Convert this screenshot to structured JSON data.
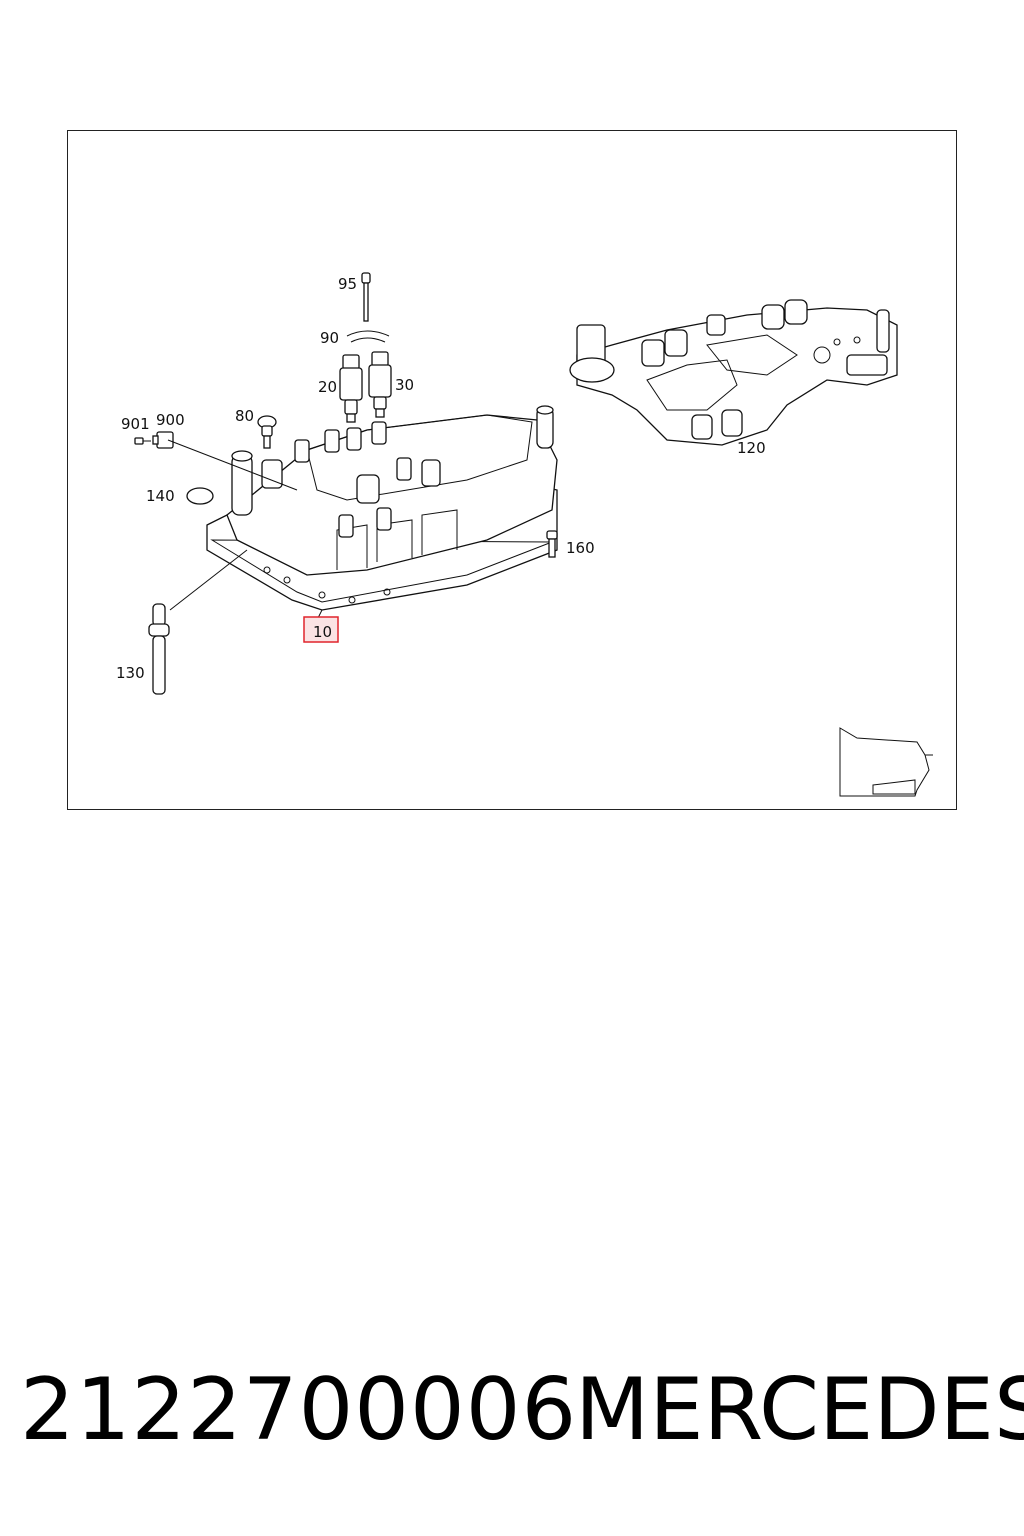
{
  "diagram": {
    "callouts": {
      "c95": "95",
      "c90": "90",
      "c20": "20",
      "c30": "30",
      "c901": "901",
      "c900": "900",
      "c80": "80",
      "c140": "140",
      "c160": "160",
      "c130": "130",
      "c10": "10",
      "c120": "120"
    },
    "highlight_color": "#e0242c",
    "highlight_fill": "#fbe3e4"
  },
  "footer": {
    "part_number": "2122700006",
    "brand": "MERCEDES"
  }
}
